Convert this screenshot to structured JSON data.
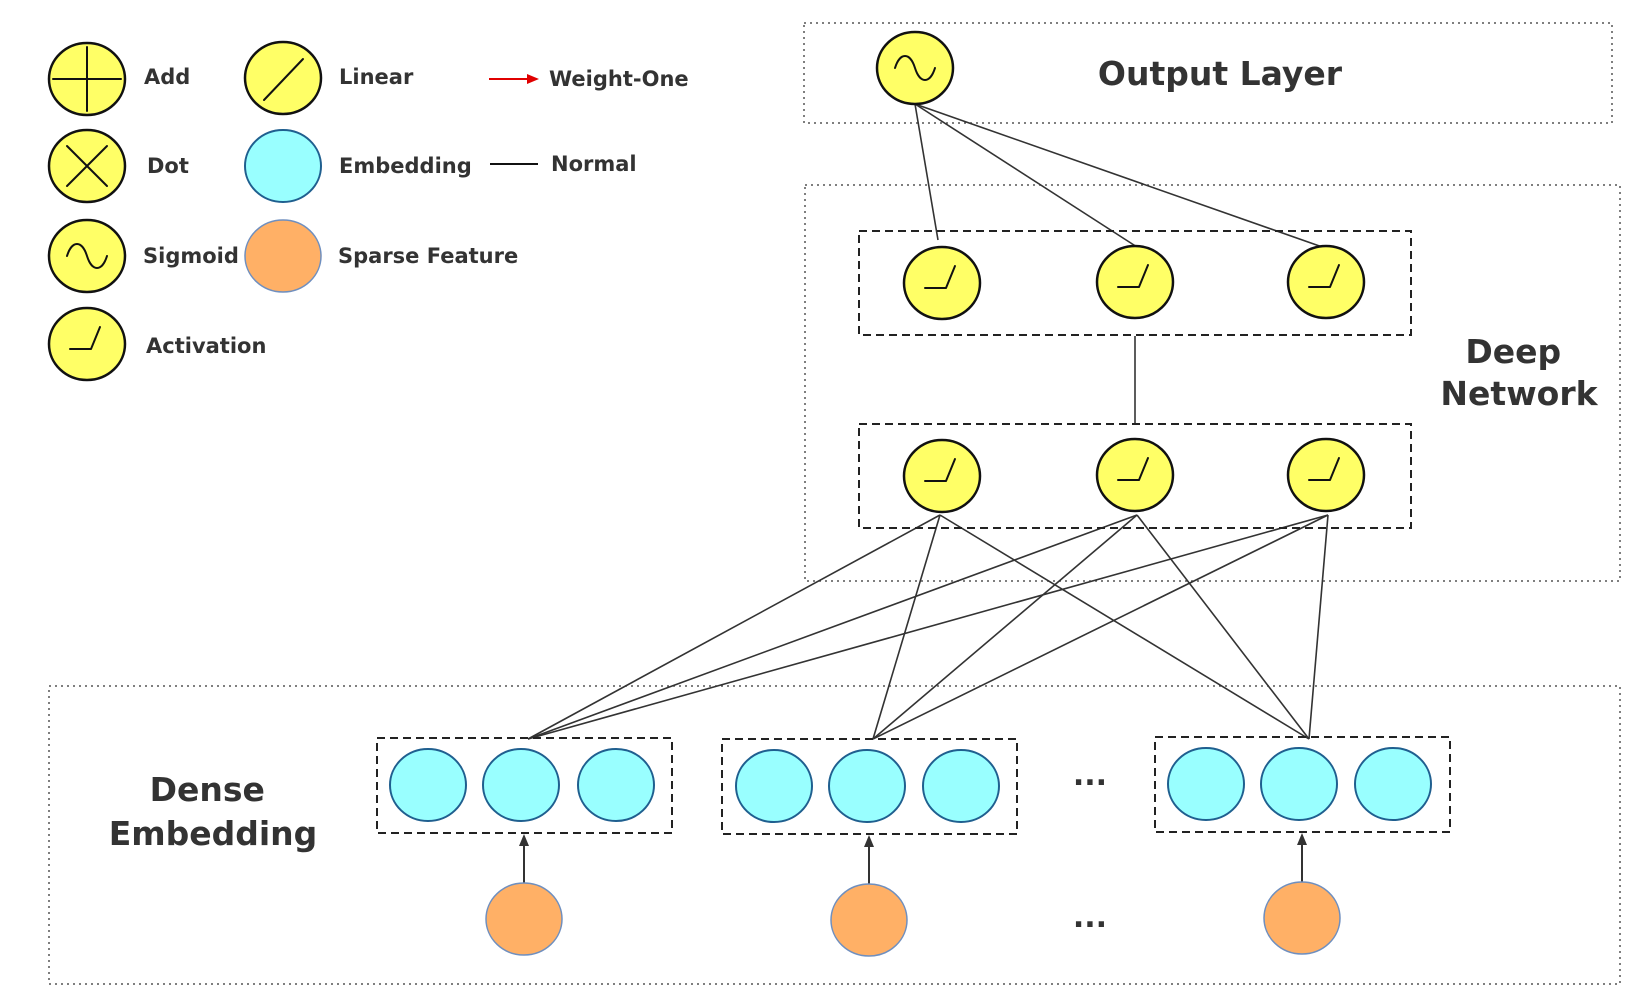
{
  "legend": {
    "items": [
      {
        "icon": "add-icon",
        "label": "Add"
      },
      {
        "icon": "dot-icon",
        "label": "Dot"
      },
      {
        "icon": "sigmoid-icon",
        "label": "Sigmoid"
      },
      {
        "icon": "activation-icon",
        "label": "Activation"
      },
      {
        "icon": "linear-icon",
        "label": "Linear"
      },
      {
        "icon": "embedding-icon",
        "label": "Embedding"
      },
      {
        "icon": "sparse-feature-icon",
        "label": "Sparse Feature"
      }
    ],
    "edges": [
      {
        "icon": "red-arrow-icon",
        "label": "Weight-One"
      },
      {
        "icon": "black-line-icon",
        "label": "Normal"
      }
    ]
  },
  "sections": {
    "output_layer": "Output Layer",
    "deep_network": [
      "Deep",
      "Network"
    ],
    "dense_embedding": [
      "Dense",
      "Embedding"
    ]
  },
  "ellipsis": "...",
  "colors": {
    "operator_fill": "#ffff66",
    "embedding_fill": "#99ffff",
    "sparse_fill": "#ffb066",
    "weight_one_edge": "#e00000",
    "normal_edge": "#111111",
    "text": "#333333"
  }
}
